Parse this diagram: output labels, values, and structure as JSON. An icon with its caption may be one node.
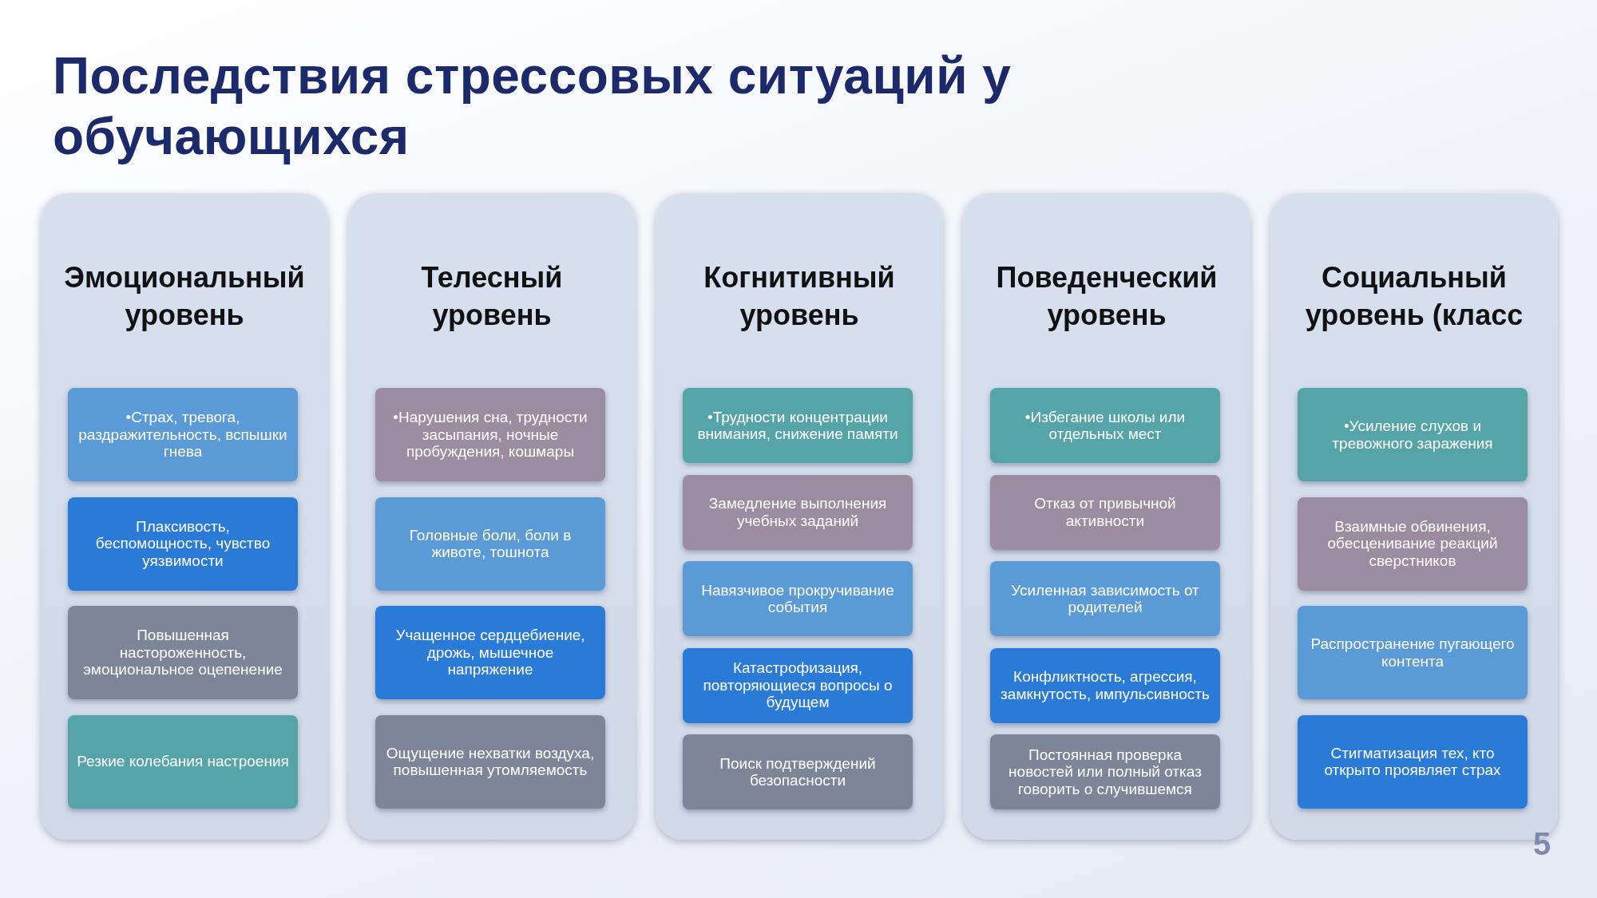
{
  "diagram": {
    "title": "Последствия стрессовых ситуаций у обучающихся",
    "nodes": [
      {
        "text": [
          "Эмоциональный уровень"
        ]
      },
      {
        "text": [
          "•Страх, тревога, раздражительность, вспышки гнева"
        ],
        "in": 0
      },
      {
        "text": [
          "Плаксивость, беспомощность, чувство уязвимости"
        ],
        "in": 0
      },
      {
        "text": [
          "Повышенная настороженность, эмоциональное оцепенение"
        ],
        "in": 0
      },
      {
        "text": [
          "Резкие колебания настроения"
        ],
        "in": 0
      },
      {
        "text": [
          "Телесный уровень"
        ]
      },
      {
        "text": [
          "•Нарушения сна, трудности засыпания, ночные пробуждения, кошмары"
        ],
        "in": 5
      },
      {
        "text": [
          "Головные боли, боли в животе, тошнота"
        ],
        "in": 5
      },
      {
        "text": [
          "Учащенное сердцебиение, дрожь, мышечное напряжение"
        ],
        "in": 5
      },
      {
        "text": [
          "Ощущение нехватки воздуха, повышенная утомляемость"
        ],
        "in": 5
      },
      {
        "text": [
          "Когнитивный уровень"
        ]
      },
      {
        "text": [
          "•Трудности концентрации внимания, снижение памяти"
        ],
        "in": 10
      },
      {
        "text": [
          "Замедление выполнения учебных заданий"
        ],
        "in": 10
      },
      {
        "text": [
          "Навязчивое прокручивание события"
        ],
        "in": 10
      },
      {
        "text": [
          "Катастрофизация, повторяющиеся вопросы о будущем"
        ],
        "in": 10
      },
      {
        "text": [
          "Поиск подтверждений безопасности"
        ],
        "in": 10
      },
      {
        "text": [
          "Поведенческий уровень"
        ]
      },
      {
        "text": [
          "•Избегание школы или отдельных мест"
        ],
        "in": 16
      },
      {
        "text": [
          "Отказ от привычной активности"
        ],
        "in": 16
      },
      {
        "text": [
          "Усиленная зависимость от родителей"
        ],
        "in": 16
      },
      {
        "text": [
          "Конфликтность, агрессия, замкнутость, импульсивность"
        ],
        "in": 16
      },
      {
        "text": [
          "Постоянная проверка новостей или полный отказ говорить о случившемся"
        ],
        "in": 16
      },
      {
        "text": [
          "Социальный уровень (класс"
        ]
      },
      {
        "text": [
          "•Усиление слухов и тревожного заражения"
        ],
        "in": 22
      },
      {
        "text": [
          "Взаимные обвинения, обесценивание реакций сверстников"
        ],
        "in": 22
      },
      {
        "text": [
          "Распространение пугающего контента"
        ],
        "in": 22
      },
      {
        "text": [
          "Стигматизация тех, кто открыто проявляет страх"
        ],
        "in": 22
      }
    ],
    "edges": [],
    "labels": [
      "5"
    ]
  }
}
